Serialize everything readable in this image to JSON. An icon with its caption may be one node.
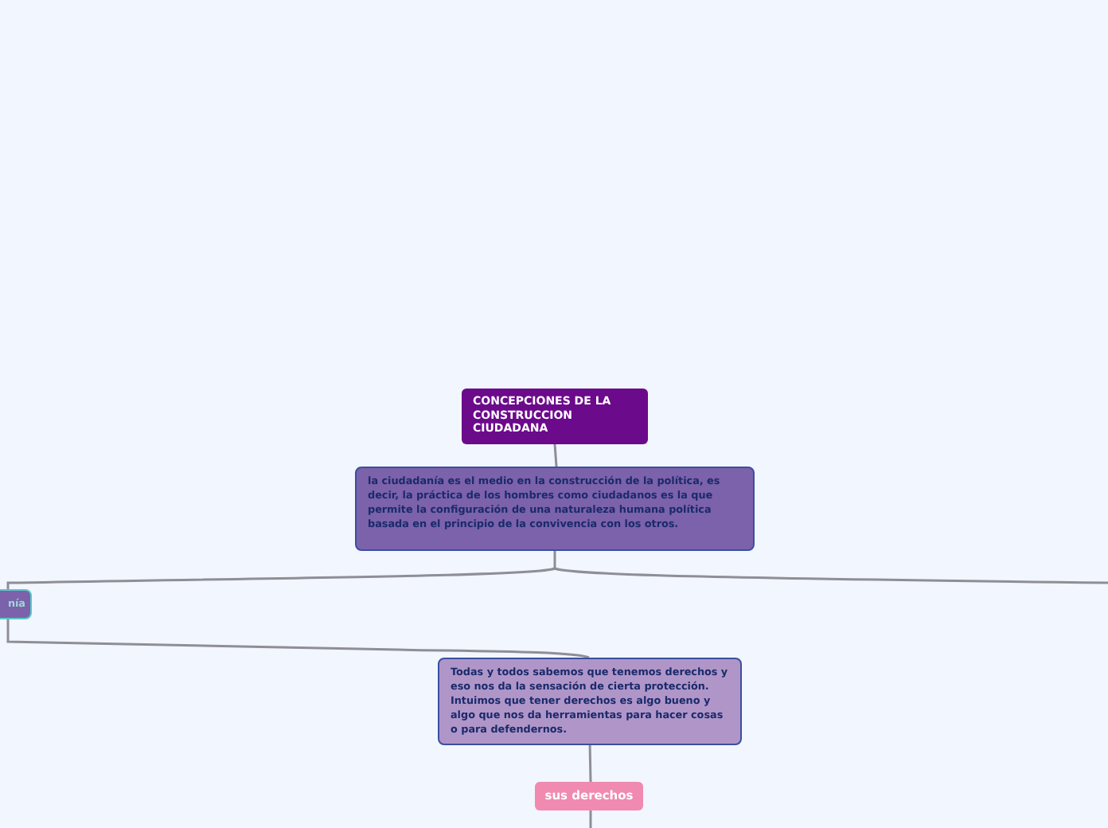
{
  "diagram": {
    "nodes": [
      {
        "text": [
          "CONCEPCIONES DE LA CONSTRUCCION CIUDADANA"
        ]
      },
      {
        "text": [
          "la ciudadanía es el medio en la construcción de la política, es decir, la práctica de los hombres como ciudadanos es la que permite la configuración de una naturaleza humana política basada en el principio de la convivencia con los otros."
        ]
      },
      {
        "text": [
          "nía"
        ]
      },
      {
        "text": [
          "Todas y todos sabemos que tenemos derechos y eso nos da la sensación de cierta protección. Intuimos que tener derechos es algo bueno y algo que nos da herramientas para hacer cosas o para defendernos."
        ]
      },
      {
        "text": [
          "sus derechos"
        ]
      }
    ],
    "edges": [
      {
        "from": 0,
        "to": 1,
        "arrow": "none"
      },
      {
        "from": 1,
        "to": 2,
        "arrow": "none"
      },
      {
        "from": 1,
        "to": null,
        "arrow": "none"
      },
      {
        "from": 2,
        "to": 3,
        "arrow": "none"
      },
      {
        "from": 3,
        "to": 4,
        "arrow": "none"
      },
      {
        "from": 4,
        "to": null,
        "arrow": "none"
      }
    ]
  }
}
